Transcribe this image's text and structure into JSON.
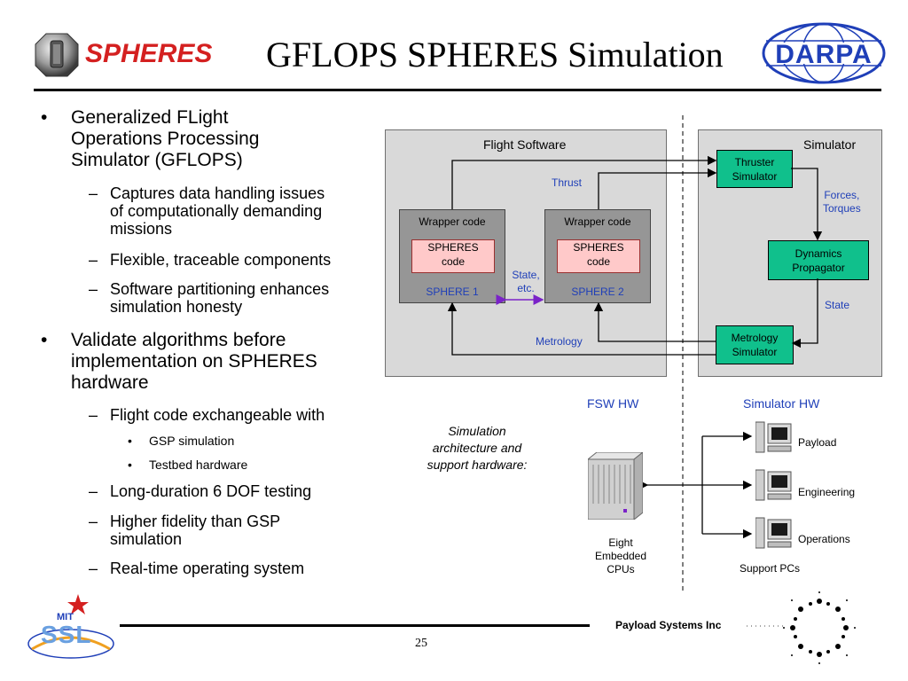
{
  "header": {
    "logo_text": "SPHERES",
    "title": "GFLOPS SPHERES Simulation",
    "darpa_text": "DARPA"
  },
  "bullets": {
    "b1": {
      "lines": [
        "Generalized FLight",
        "Operations Processing",
        "Simulator (GFLOPS)"
      ]
    },
    "b1_sub": [
      {
        "lines": [
          "Captures data handling issues",
          "of computationally demanding",
          "missions"
        ]
      },
      {
        "lines": [
          "Flexible, traceable components"
        ]
      },
      {
        "lines": [
          "Software partitioning enhances",
          "simulation honesty"
        ]
      }
    ],
    "b2": {
      "lines": [
        "Validate algorithms before",
        "implementation on SPHERES",
        "hardware"
      ]
    },
    "b2_sub1": {
      "lines": [
        "Flight code exchangeable with"
      ]
    },
    "b2_sub1_items": [
      "GSP simulation",
      "Testbed hardware"
    ],
    "b2_sub_rest": [
      {
        "lines": [
          "Long-duration 6 DOF testing"
        ]
      },
      {
        "lines": [
          "Higher fidelity than GSP",
          "simulation"
        ]
      },
      {
        "lines": [
          "Real-time operating system"
        ]
      }
    ],
    "bullet_glyph": "•",
    "dash_glyph": "–"
  },
  "diagram": {
    "flight_software_title": "Flight Software",
    "simulator_title": "Simulator",
    "wrapper1": "Wrapper code",
    "wrapper2": "Wrapper code",
    "code1": [
      "SPHERES",
      "code"
    ],
    "code2": [
      "SPHERES",
      "code"
    ],
    "sphere1": "SPHERE 1",
    "sphere2": "SPHERE 2",
    "state_etc": [
      "State,",
      "etc."
    ],
    "thrust": "Thrust",
    "metrology": "Metrology",
    "thruster_sim": [
      "Thruster",
      "Simulator"
    ],
    "dynamics": [
      "Dynamics",
      "Propagator"
    ],
    "metrology_sim": [
      "Metrology",
      "Simulator"
    ],
    "forces": [
      "Forces,",
      "Torques"
    ],
    "state": "State",
    "fsw_hw": "FSW HW",
    "sim_hw": "Simulator HW",
    "caption": [
      "Simulation",
      "architecture and",
      "support hardware:"
    ],
    "embedded": [
      "Eight",
      "Embedded",
      "CPUs"
    ],
    "pcs": [
      "Payload",
      "Engineering",
      "Operations"
    ],
    "support_pcs": "Support PCs"
  },
  "footer": {
    "company": "Payload Systems Inc",
    "page_number": "25",
    "ssl_text": "SSL",
    "mit_text": "MIT"
  },
  "colors": {
    "accent_red": "#d42020",
    "link_blue": "#1f3fb8",
    "sim_green": "#10c08c",
    "arrow_purple": "#7a22c8"
  }
}
